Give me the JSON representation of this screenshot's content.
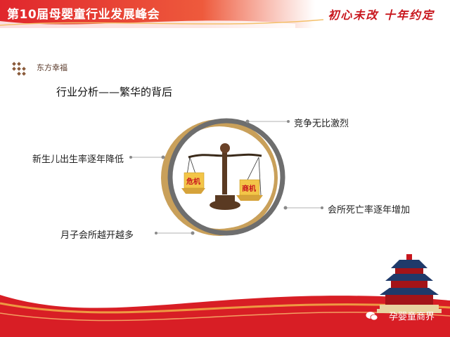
{
  "header": {
    "event_title": "第10届母婴童行业发展峰会",
    "slogan": "初心未改 十年约定"
  },
  "logo": {
    "name": "东方幸福"
  },
  "slide": {
    "title": "行业分析——繁华的背后"
  },
  "factors": {
    "top_right": "竞争无比激烈",
    "left_upper": "新生儿出生率逐年降低",
    "right_lower": "会所死亡率逐年增加",
    "left_lower": "月子会所越开越多"
  },
  "scale": {
    "left_pan": "危机",
    "right_pan": "商机"
  },
  "watermark": {
    "account": "孕婴童商界"
  },
  "colors": {
    "brand_red": "#c8161d",
    "gold": "#c9a05a",
    "grey_ring": "#6e6e6e"
  }
}
